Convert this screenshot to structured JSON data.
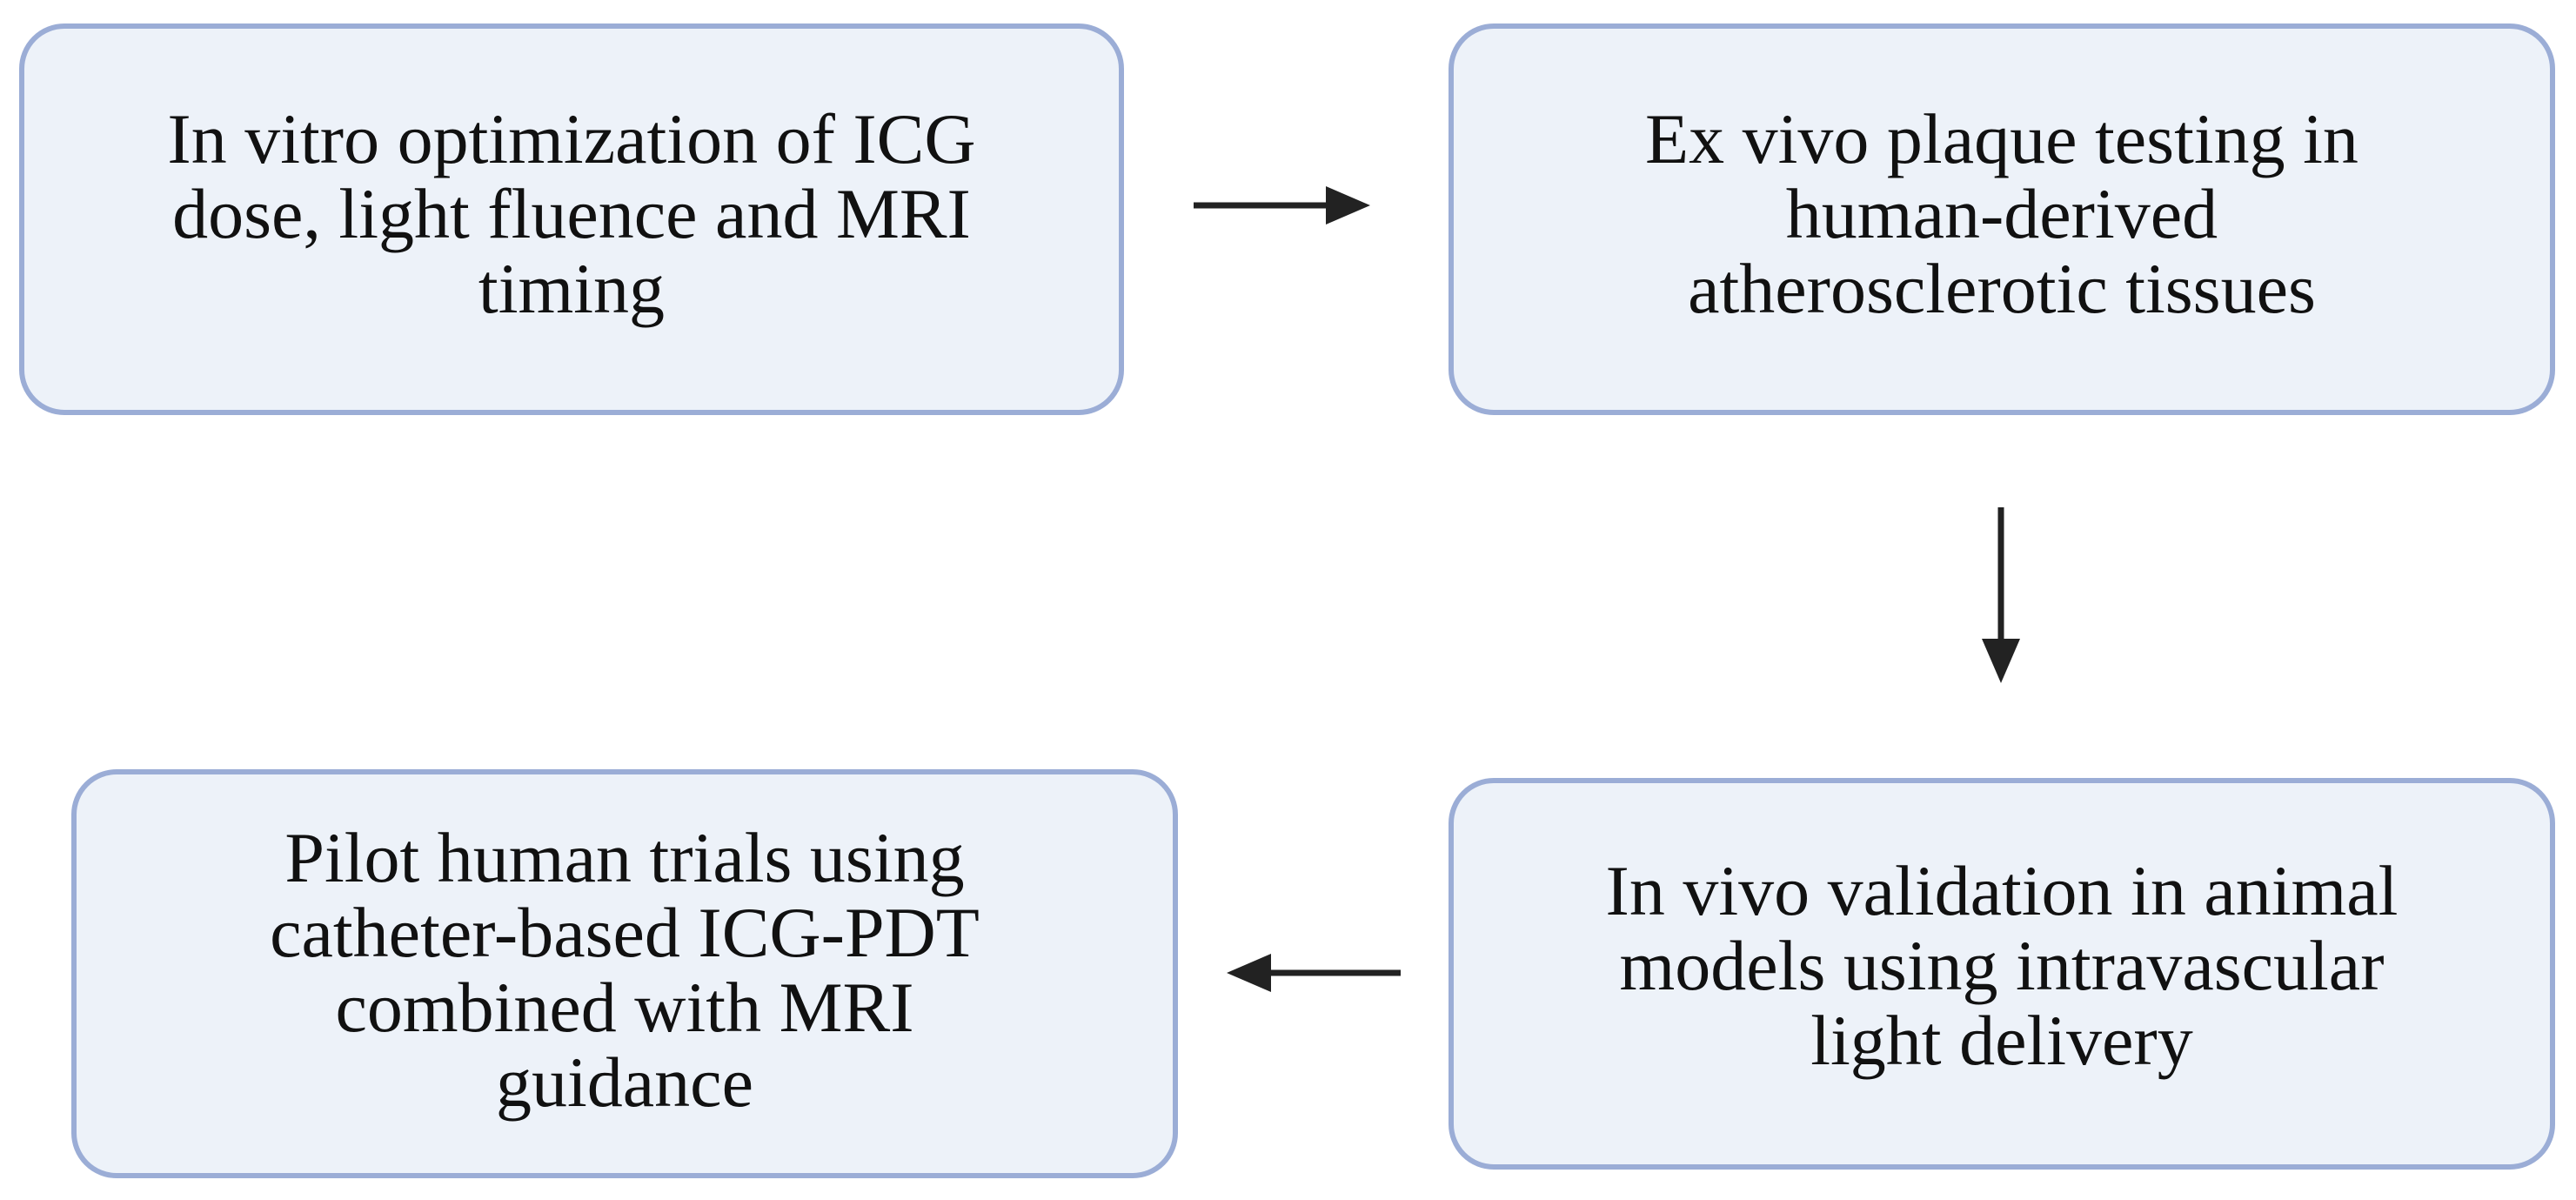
{
  "colors": {
    "box_fill": "#edf2f9",
    "box_border": "#9badd6",
    "text": "#111111",
    "arrow": "#222222"
  },
  "steps": [
    {
      "lines": [
        "In vitro optimization of ICG",
        "dose, light fluence and MRI",
        "timing"
      ]
    },
    {
      "lines": [
        "Ex vivo plaque testing in",
        "human-derived",
        "atherosclerotic tissues"
      ]
    },
    {
      "lines": [
        "In vivo validation in animal",
        "models using intravascular",
        "light delivery"
      ]
    },
    {
      "lines": [
        "Pilot human trials using",
        "catheter-based ICG-PDT",
        "combined with MRI",
        "guidance"
      ]
    }
  ],
  "arrows": [
    {
      "from": "step-1",
      "to": "step-2",
      "direction": "right"
    },
    {
      "from": "step-2",
      "to": "step-3",
      "direction": "down"
    },
    {
      "from": "step-3",
      "to": "step-4",
      "direction": "left"
    }
  ]
}
